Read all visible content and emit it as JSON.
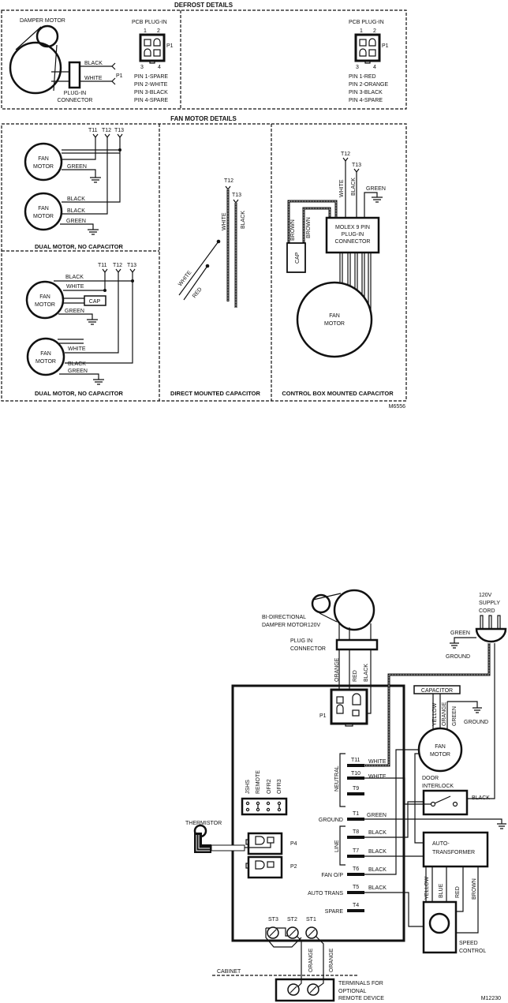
{
  "top": {
    "defrost_title": "DEFROST DETAILS",
    "damper_motor": "DAMPER MOTOR",
    "black": "BLACK",
    "white": "WHITE",
    "p1": "P1",
    "plugin1": "PLUG-IN",
    "plugin2": "CONNECTOR",
    "pcb_left": "PCB PLUG-IN",
    "pin_nums": [
      "1",
      "2",
      "3",
      "4"
    ],
    "pins_left": [
      "PIN 1-SPARE",
      "PIN 2-WHITE",
      "PIN 3-BLACK",
      "PIN 4-SPARE"
    ],
    "pcb_right": "PCB PLUG-IN",
    "pins_right": [
      "PIN 1-RED",
      "PIN 2-ORANGE",
      "PIN 3-BLACK",
      "PIN 4-SPARE"
    ],
    "fan_title": "FAN MOTOR DETAILS",
    "fan_line1": "FAN",
    "fan_line2": "MOTOR",
    "t11": "T11",
    "t12": "T12",
    "t13": "T13",
    "green": "GREEN",
    "cap": "CAP",
    "red": "RED",
    "brown": "BROWN",
    "caption_dual": "DUAL MOTOR, NO CAPACITOR",
    "caption_direct": "DIRECT MOUNTED CAPACITOR",
    "caption_control": "CONTROL BOX MOUNTED CAPACITOR",
    "molex": [
      "MOLEX 9 PIN",
      "PLUG-IN",
      "CONNECTOR"
    ],
    "code": "M6556"
  },
  "bottom": {
    "damper": [
      "BI-DIRECTIONAL",
      "DAMPER MOTOR120V"
    ],
    "plug": [
      "PLUG IN",
      "CONNECTOR"
    ],
    "orange": "ORANGE",
    "red": "RED",
    "black": "BLACK",
    "white": "WHITE",
    "green": "GREEN",
    "yellow": "YELLOW",
    "blue": "BLUE",
    "brown": "BROWN",
    "supply": [
      "120V",
      "SUPPLY",
      "CORD"
    ],
    "ground": "GROUND",
    "capacitor": "CAPACITOR",
    "fan": [
      "FAN",
      "MOTOR"
    ],
    "door": [
      "DOOR",
      "INTERLOCK"
    ],
    "autotrans": [
      "AUTO-",
      "TRANSFORMER"
    ],
    "speed": [
      "SPEED",
      "CONTROL"
    ],
    "p1": "P1",
    "p2": "P2",
    "p4": "P4",
    "thermistor": "THERMISTOR",
    "jumpers": [
      "JSHS",
      "REMOTE",
      "OFR2",
      "OFR3"
    ],
    "neutral": "NEUTRAL",
    "line": "LINE",
    "terminals": [
      "T11",
      "T10",
      "T9",
      "T1",
      "T8",
      "T7",
      "T6",
      "T5",
      "T4"
    ],
    "term_labels": {
      "ground": "GROUND",
      "fan_op": "FAN O/P",
      "auto_trans": "AUTO TRANS",
      "spare": "SPARE"
    },
    "st": [
      "ST3",
      "ST2",
      "ST1"
    ],
    "cabinet": "CABINET",
    "remote": [
      "TERMINALS FOR",
      "OPTIONAL",
      "REMOTE DEVICE"
    ],
    "code": "M12230"
  }
}
